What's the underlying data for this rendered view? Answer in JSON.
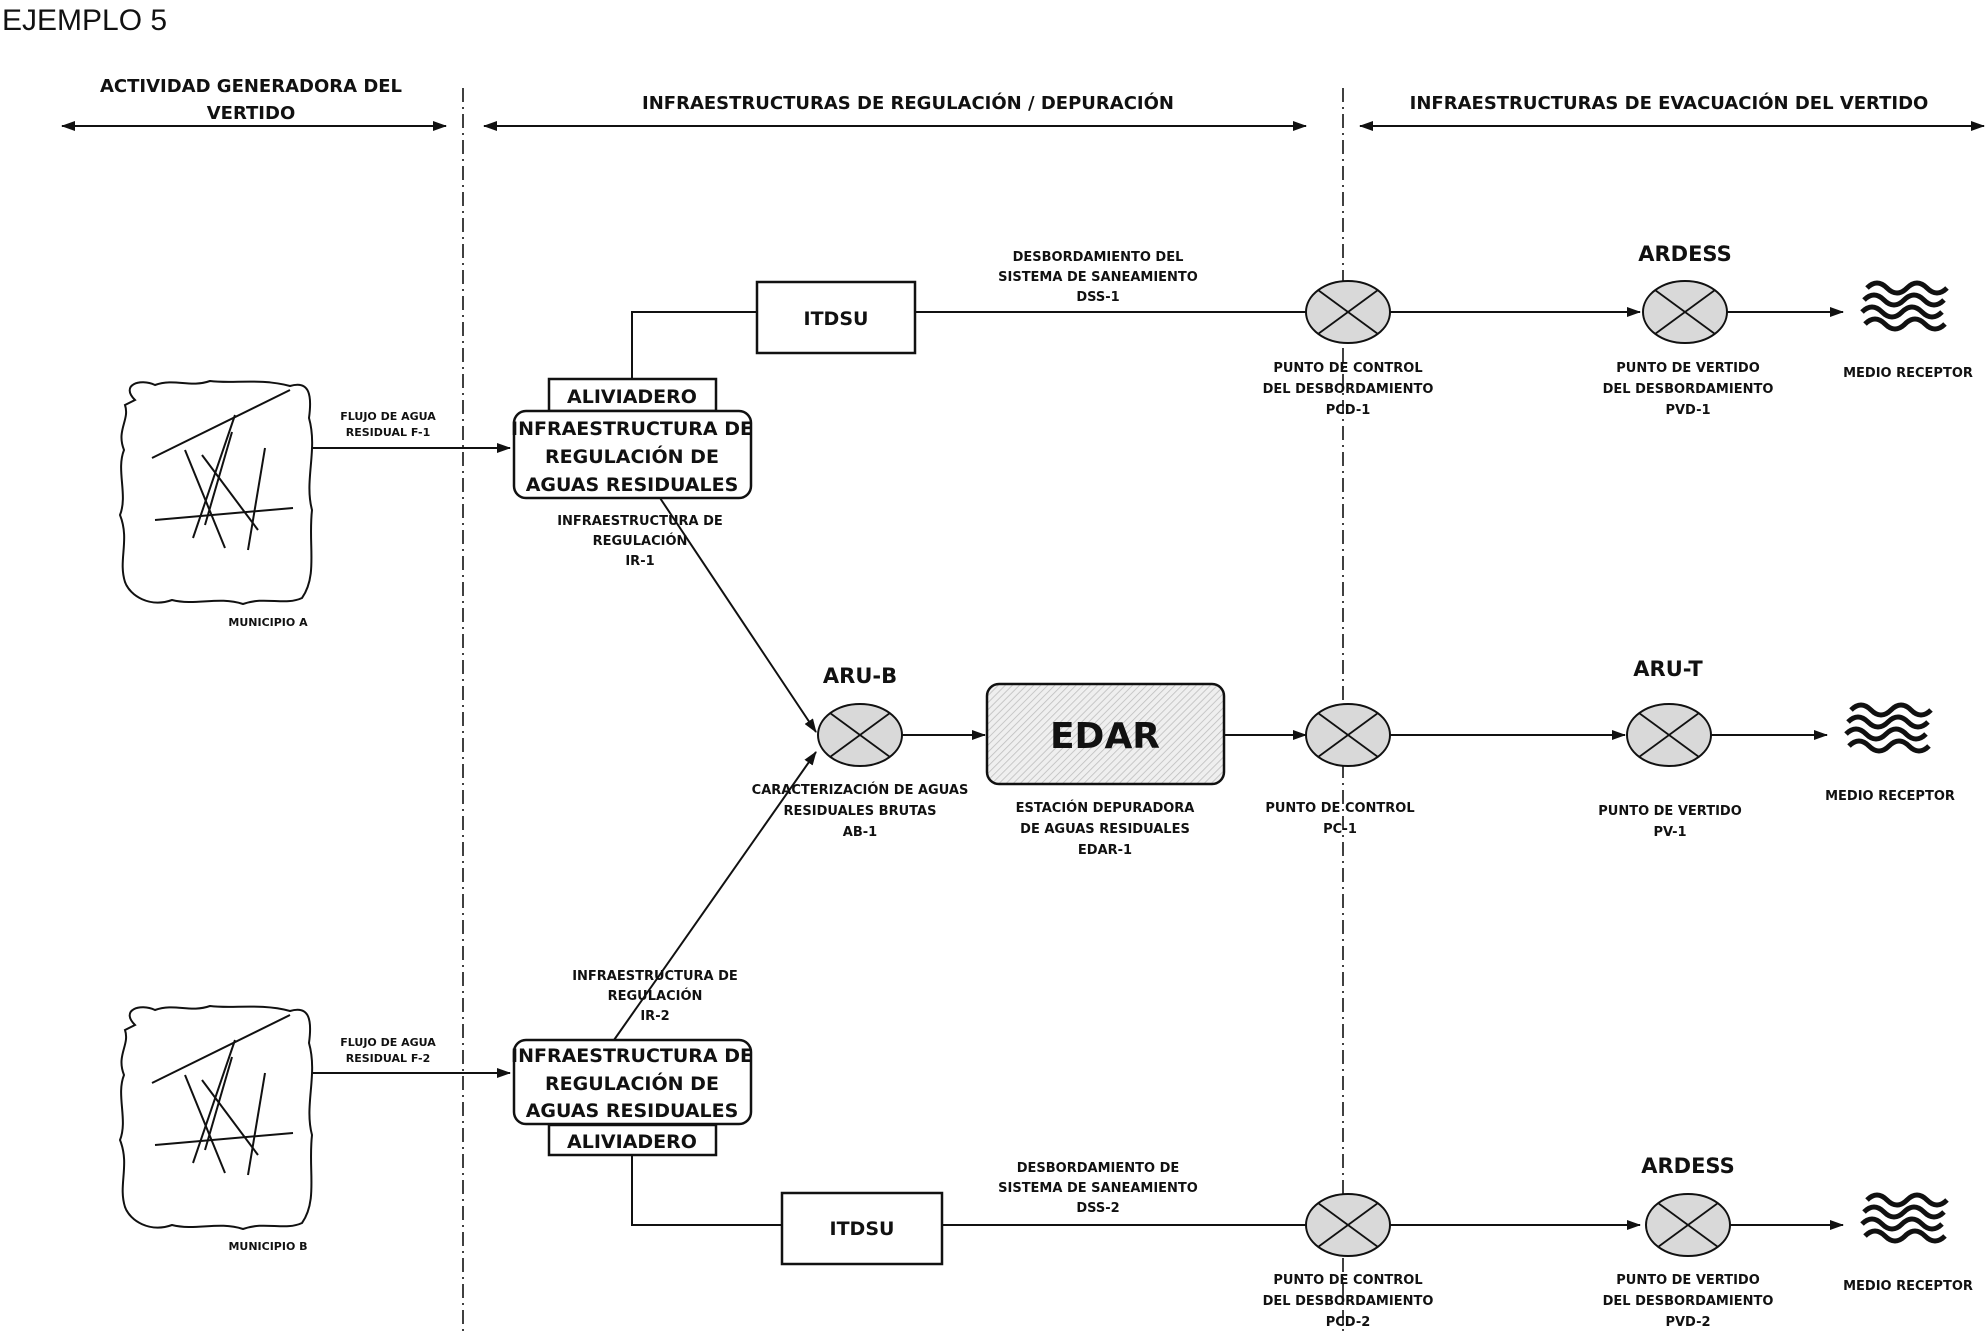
{
  "title": "EJEMPLO 5",
  "zones": {
    "generadora_line1": "ACTIVIDAD GENERADORA DEL",
    "generadora_line2": "VERTIDO",
    "regulacion": "INFRAESTRUCTURAS DE REGULACIÓN / DEPURACIÓN",
    "evacuacion": "INFRAESTRUCTURAS DE EVACUACIÓN DEL VERTIDO"
  },
  "municipios": {
    "a": "MUNICIPIO A",
    "b": "MUNICIPIO B"
  },
  "flujos": {
    "f1_line1": "FLUJO DE AGUA",
    "f1_line2": "RESIDUAL F-1",
    "f2_line1": "FLUJO DE AGUA",
    "f2_line2": "RESIDUAL F-2"
  },
  "infra_regulacion": {
    "box_line1": "INFRAESTRUCTURA DE",
    "box_line2": "REGULACIÓN DE",
    "box_line3": "AGUAS RESIDUALES",
    "aliviadero": "ALIVIADERO",
    "ir1_line1": "INFRAESTRUCTURA DE",
    "ir1_line2": "REGULACIÓN",
    "ir1_line3": "IR-1",
    "ir2_line1": "INFRAESTRUCTURA DE",
    "ir2_line2": "REGULACIÓN",
    "ir2_line3": "IR-2"
  },
  "itdsu": "ITDSU",
  "desbordamiento_top": {
    "line1": "DESBORDAMIENTO DEL",
    "line2": "SISTEMA DE SANEAMIENTO",
    "line3": "DSS-1"
  },
  "desbordamiento_bottom": {
    "line1": "DESBORDAMIENTO DE",
    "line2": "SISTEMA DE SANEAMIENTO",
    "line3": "DSS-2"
  },
  "aru_b": {
    "label": "ARU-B",
    "line1": "CARACTERIZACIÓN DE AGUAS",
    "line2": "RESIDUALES BRUTAS",
    "line3": "AB-1"
  },
  "edar": {
    "label": "EDAR",
    "line1": "ESTACIÓN DEPURADORA",
    "line2": "DE AGUAS RESIDUALES",
    "line3": "EDAR-1"
  },
  "pc": {
    "line1": "PUNTO DE CONTROL",
    "line2": "PC-1"
  },
  "pcd1": {
    "line1": "PUNTO DE CONTROL",
    "line2": "DEL DESBORDAMIENTO",
    "line3": "PCD-1"
  },
  "pcd2": {
    "line1": "PUNTO DE CONTROL",
    "line2": "DEL DESBORDAMIENTO",
    "line3": "PCD-2"
  },
  "ardess": "ARDESS",
  "aru_t": "ARU-T",
  "pvd1": {
    "line1": "PUNTO DE VERTIDO",
    "line2": "DEL DESBORDAMIENTO",
    "line3": "PVD-1"
  },
  "pvd2": {
    "line1": "PUNTO DE VERTIDO",
    "line2": "DEL DESBORDAMIENTO",
    "line3": "PVD-2"
  },
  "pv": {
    "line1": "PUNTO DE VERTIDO",
    "line2": "PV-1"
  },
  "medio_receptor": "MEDIO RECEPTOR"
}
